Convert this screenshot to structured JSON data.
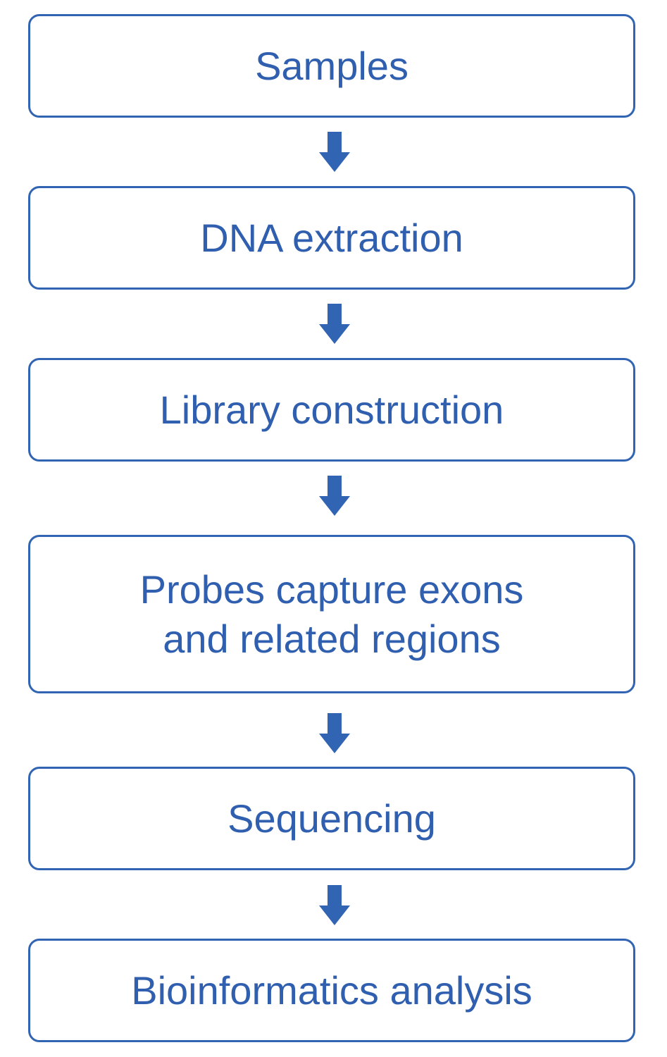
{
  "diagram": {
    "type": "flowchart",
    "direction": "top-to-bottom",
    "accent_color": "#3164B2",
    "steps": [
      {
        "label": "Samples"
      },
      {
        "label": "DNA extraction"
      },
      {
        "label": "Library construction"
      },
      {
        "label": "Probes capture exons\nand related regions"
      },
      {
        "label": "Sequencing"
      },
      {
        "label": "Bioinformatics analysis"
      }
    ],
    "connectors": [
      {
        "from": 0,
        "to": 1,
        "icon": "arrow-down-icon"
      },
      {
        "from": 1,
        "to": 2,
        "icon": "arrow-down-icon"
      },
      {
        "from": 2,
        "to": 3,
        "icon": "arrow-down-icon"
      },
      {
        "from": 3,
        "to": 4,
        "icon": "arrow-down-icon"
      },
      {
        "from": 4,
        "to": 5,
        "icon": "arrow-down-icon"
      }
    ]
  }
}
